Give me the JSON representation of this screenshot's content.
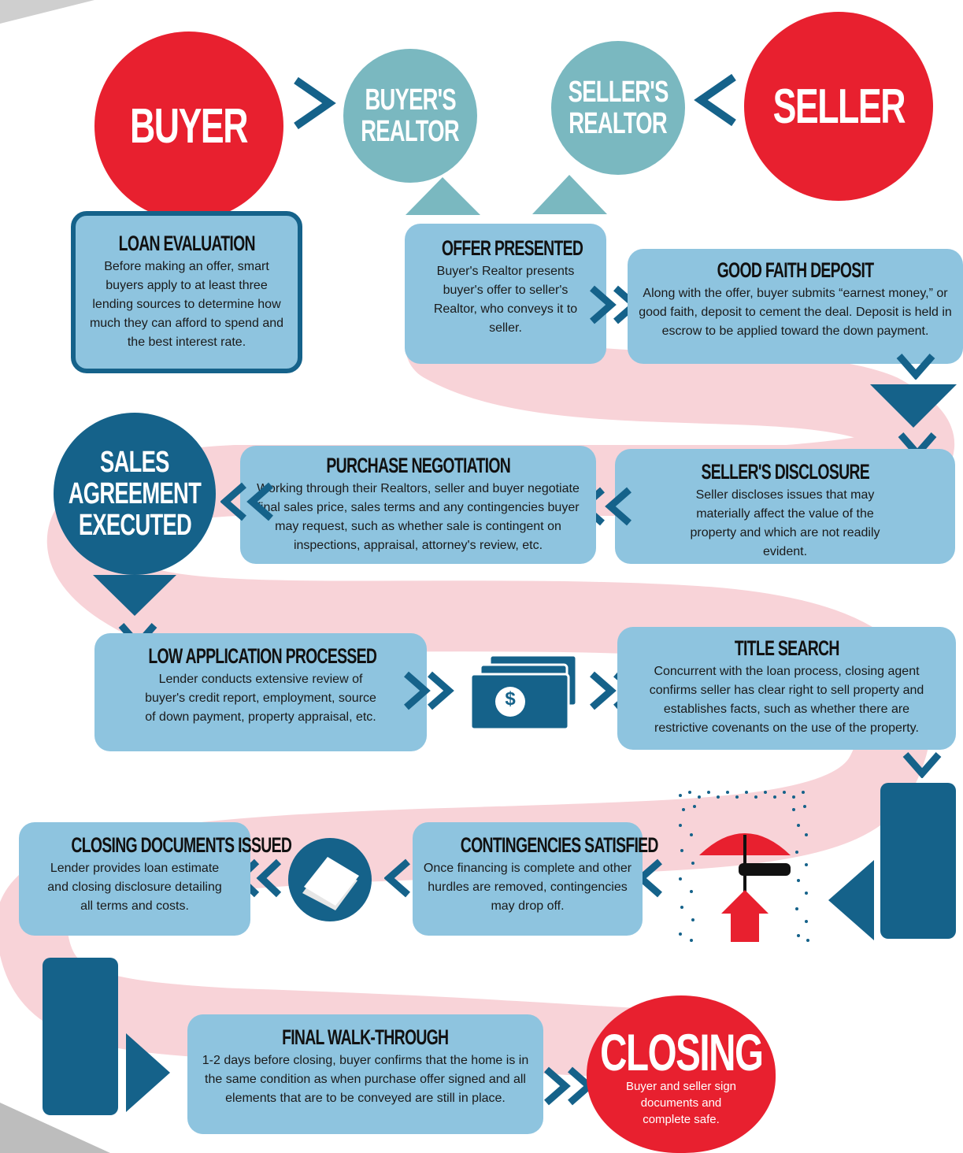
{
  "colors": {
    "red": "#e8202f",
    "navy": "#15628a",
    "teal": "#7ab8c0",
    "box": "#8ec4df",
    "ribbon": "#f8d3d8"
  },
  "parties": {
    "buyer": "BUYER",
    "buyers_realtor_line1": "BUYER'S",
    "buyers_realtor_line2": "REALTOR",
    "sellers_realtor_line1": "SELLER'S",
    "sellers_realtor_line2": "REALTOR",
    "seller": "SELLER"
  },
  "steps": {
    "loan_evaluation": {
      "title": "LOAN EVALUATION",
      "body": "Before making an offer, smart buyers apply to at least three lending sources to determine how much they can afford to spend and the best interest rate."
    },
    "offer_presented": {
      "title": "OFFER PRESENTED",
      "body": "Buyer's Realtor presents buyer's offer to seller's Realtor, who conveys it to seller."
    },
    "good_faith_deposit": {
      "title": "GOOD FAITH DEPOSIT",
      "body": "Along with the offer, buyer submits “earnest money,” or good faith, deposit to cement the deal. Deposit is held in escrow to be applied toward the down payment."
    },
    "sellers_disclosure": {
      "title": "SELLER'S DISCLOSURE",
      "body": "Seller discloses issues that may materially affect the value of the property and which are not readily evident."
    },
    "purchase_negotiation": {
      "title": "PURCHASE NEGOTIATION",
      "body": "Working through their Realtors, seller and buyer negotiate final sales price, sales terms and any contingencies buyer may request, such as whether sale is contingent on inspections, appraisal, attorney's review, etc."
    },
    "sales_agreement": {
      "line1": "SALES",
      "line2": "AGREEMENT",
      "line3": "EXECUTED"
    },
    "low_application": {
      "title": "LOW APPLICATION PROCESSED",
      "body": "Lender conducts extensive review of buyer's credit report, employment, source of down payment, property appraisal, etc."
    },
    "title_search": {
      "title": "TITLE SEARCH",
      "body": "Concurrent with the loan process, closing agent confirms seller has clear right to sell property and establishes facts, such as whether there are restrictive covenants on the use of the property."
    },
    "contingencies_satisfied": {
      "title": "CONTINGENCIES SATISFIED",
      "body": "Once financing is complete and other hurdles are removed, contingencies may drop off."
    },
    "closing_documents": {
      "title": "CLOSING DOCUMENTS ISSUED",
      "body": "Lender provides loan estimate and closing disclosure detailing all terms and costs."
    },
    "final_walkthrough": {
      "title": "FINAL WALK-THROUGH",
      "body": "1-2 days before closing, buyer confirms that the home is in the same condition as when purchase offer signed and all elements that are to be conveyed are still in place."
    },
    "closing": {
      "title": "CLOSING",
      "body": "Buyer and seller sign documents and complete safe."
    }
  },
  "icons": {
    "money": "dollar-bills-icon",
    "document": "paper-icon",
    "umbrella": "umbrella-house-icon",
    "dollar_glyph": "$"
  }
}
